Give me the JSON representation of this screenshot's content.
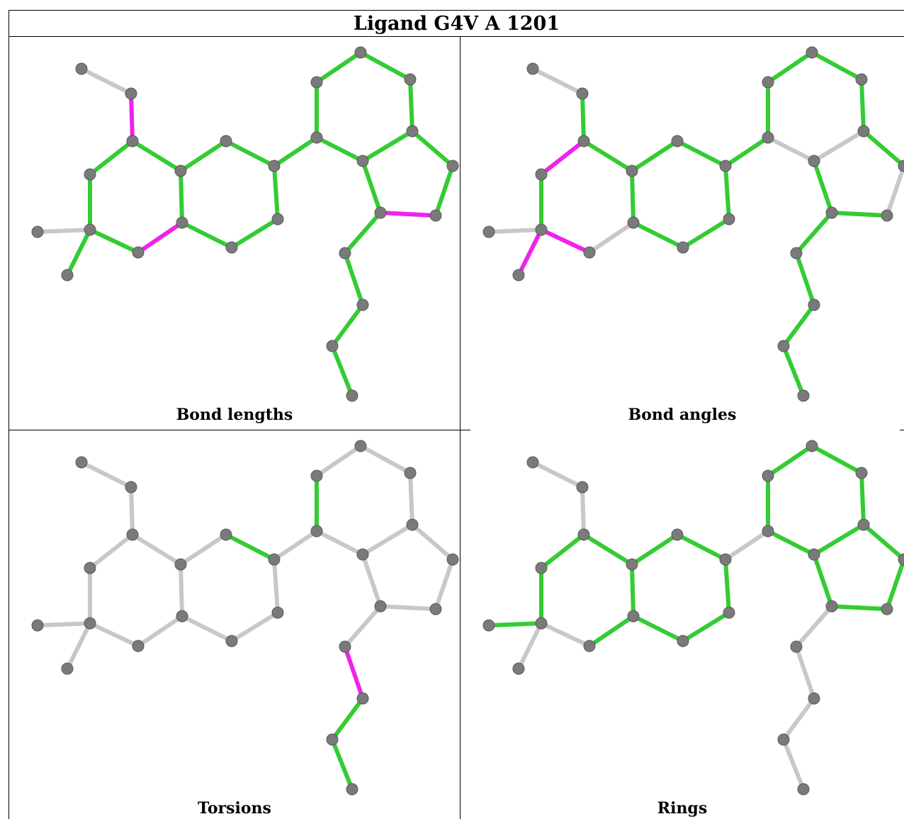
{
  "title": "Ligand G4V A 1201",
  "colors": {
    "good": "#33cc33",
    "outlier": "#ee22ee",
    "neutral": "#c8c8c8",
    "atom": "#7a7a7a"
  },
  "panels": [
    {
      "caption": "Bond lengths"
    },
    {
      "caption": "Bond angles"
    },
    {
      "caption": "Torsions"
    },
    {
      "caption": "Rings"
    }
  ]
}
